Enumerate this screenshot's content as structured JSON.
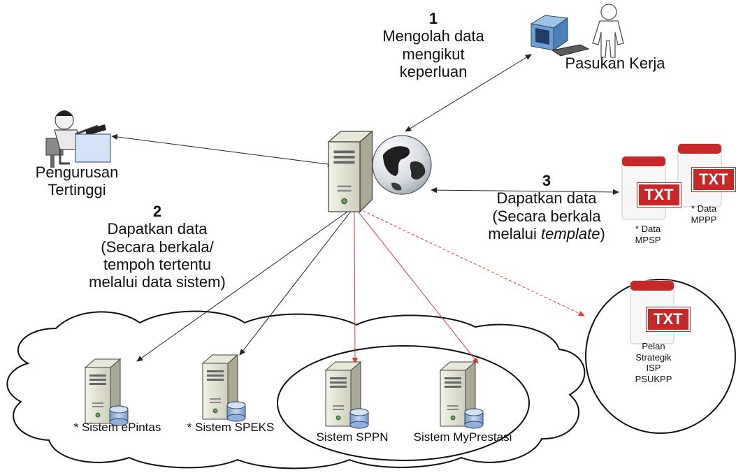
{
  "diagram": {
    "steps": [
      {
        "number": "1",
        "lines": [
          "Mengolah data",
          "mengikut",
          "keperluan"
        ]
      },
      {
        "number": "2",
        "lines": [
          "Dapatkan data",
          "(Secara berkala/",
          "tempoh tertentu",
          "melalui data sistem)"
        ]
      },
      {
        "number": "3",
        "lines": [
          "Dapatkan data",
          "(Secara berkala",
          "melalui ",
          "template",
          ")"
        ]
      }
    ],
    "actors": {
      "pasukan_kerja": "Pasukan Kerja",
      "pengurusan": [
        "Pengurusan",
        "Tertinggi"
      ]
    },
    "documents": {
      "badge": "TXT",
      "mpsp": [
        "* Data",
        "MPSP"
      ],
      "mppp": [
        "* Data",
        "MPPP"
      ],
      "pelan": [
        "Pelan",
        "Strategik",
        "ISP",
        "PSUKPP"
      ]
    },
    "systems": [
      {
        "label": "* Sistem ePintas"
      },
      {
        "label": "* Sistem SPEKS"
      },
      {
        "label": "Sistem SPPN"
      },
      {
        "label": "Sistem MyPrestasi"
      }
    ],
    "colors": {
      "black_link": "#222222",
      "red_link": "#e53935",
      "badge": "#c62828"
    }
  }
}
